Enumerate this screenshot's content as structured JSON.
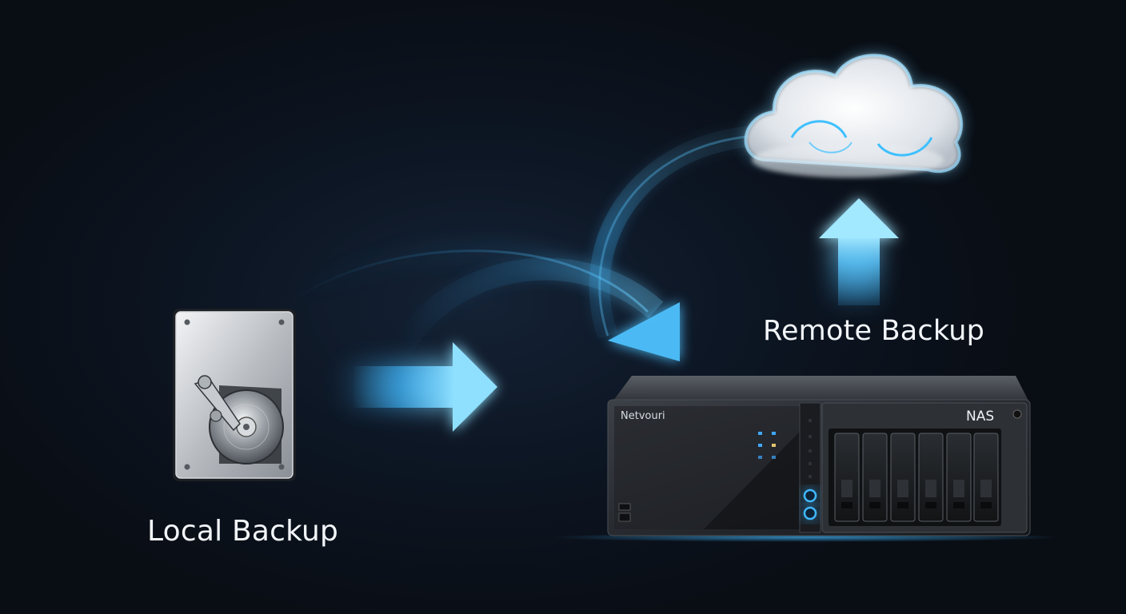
{
  "diagram": {
    "labels": {
      "local": "Local Backup",
      "remote": "Remote Backup"
    },
    "nas": {
      "brand": "Netvouri",
      "title": "NAS",
      "drive_bays": 6
    },
    "colors": {
      "background": "#0b0f16",
      "accent_glow": "#3fb8ff",
      "arrow_core": "#7fd8ff",
      "label_text": "#f2f6fa"
    },
    "icons": [
      "hard-drive-icon",
      "nas-device-icon",
      "cloud-icon",
      "arrow-right-icon",
      "arrow-up-icon",
      "curved-arrow-icon"
    ]
  }
}
